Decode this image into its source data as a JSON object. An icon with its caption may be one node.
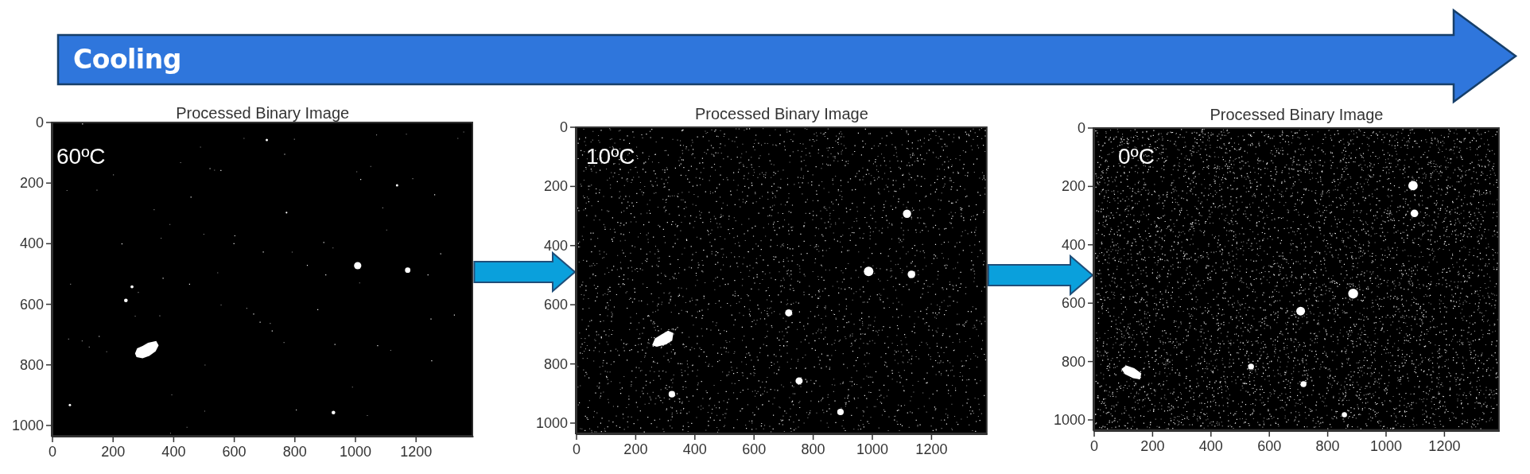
{
  "diagram": {
    "nodes": [
      {
        "text": [
          "Cooling"
        ]
      },
      {
        "text": [
          "Processed Binary Image",
          "60ºC"
        ],
        "beside": [
          "0",
          "200",
          "400",
          "600",
          "800",
          "1000",
          "0",
          "200",
          "400",
          "600",
          "800",
          "1000",
          "1200"
        ]
      },
      {
        "text": [
          "Processed Binary Image",
          "10ºC"
        ],
        "beside": [
          "0",
          "200",
          "400",
          "600",
          "800",
          "1000",
          "0",
          "200",
          "400",
          "600",
          "800",
          "1000",
          "1200"
        ]
      },
      {
        "text": [
          "Processed Binary Image",
          "0ºC"
        ],
        "beside": [
          "0",
          "200",
          "400",
          "600",
          "800",
          "1000",
          "0",
          "200",
          "400",
          "600",
          "800",
          "1000",
          "1200"
        ]
      }
    ],
    "edges": [
      {
        "from": 1,
        "to": 2,
        "arrow": "to"
      },
      {
        "from": 2,
        "to": 3,
        "arrow": "to"
      }
    ]
  }
}
